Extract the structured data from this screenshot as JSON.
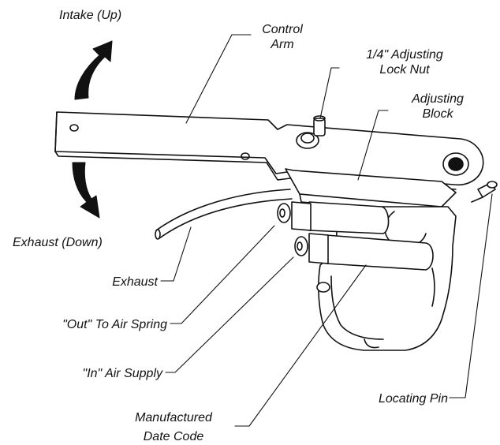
{
  "labels": {
    "intake": "Intake (Up)",
    "control_arm_1": "Control",
    "control_arm_2": "Arm",
    "lock_nut_1": "1/4\" Adjusting",
    "lock_nut_2": "Lock Nut",
    "adjusting_block_1": "Adjusting",
    "adjusting_block_2": "Block",
    "exhaust_down": "Exhaust (Down)",
    "exhaust": "Exhaust",
    "out_air_spring": "\"Out\" To Air Spring",
    "in_air_supply": "\"In\" Air Supply",
    "manufactured_1": "Manufactured",
    "manufactured_2": "Date Code",
    "locating_pin": "Locating Pin"
  },
  "colors": {
    "ink": "#111111",
    "paper": "#ffffff"
  },
  "icons": {
    "up_arrow": "curved-arrow-up-icon",
    "down_arrow": "curved-arrow-down-icon"
  }
}
